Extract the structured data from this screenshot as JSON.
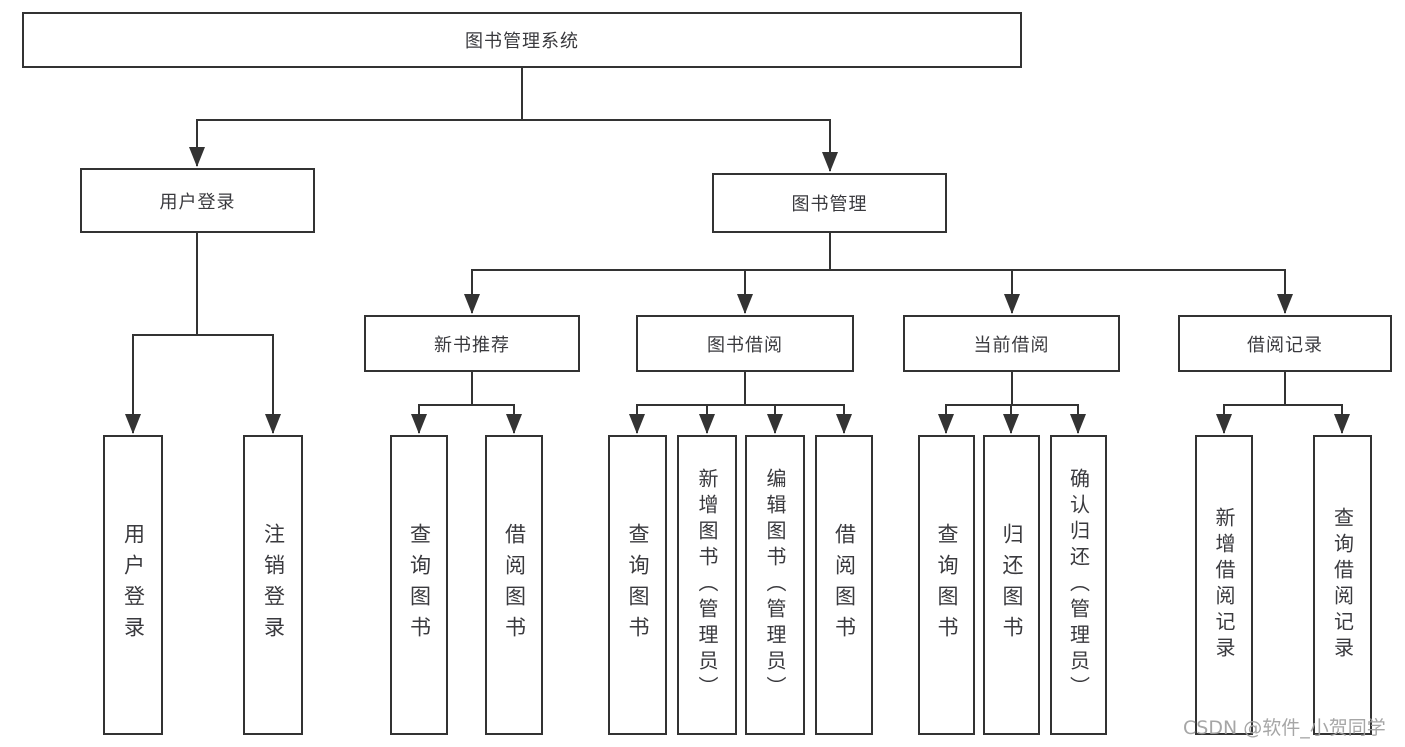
{
  "diagram": {
    "root": "图书管理系统",
    "level2": [
      "用户登录",
      "图书管理"
    ],
    "level3": [
      "新书推荐",
      "图书借阅",
      "当前借阅",
      "借阅记录"
    ],
    "leaves": {
      "login": [
        "用户登录",
        "注销登录"
      ],
      "recommend": [
        "查询图书",
        "借阅图书"
      ],
      "borrow": [
        "查询图书",
        "新增图书（管理员）",
        "编辑图书（管理员）",
        "借阅图书"
      ],
      "current": [
        "查询图书",
        "归还图书",
        "确认归还（管理员）"
      ],
      "records": [
        "新增借阅记录",
        "查询借阅记录"
      ]
    },
    "colors": {
      "line": "#333333",
      "box_border": "#333333",
      "text": "#3a3a3e",
      "background": "#ffffff",
      "watermark": "#9e9e9e"
    }
  },
  "watermark": "CSDN @软件_小贺同学"
}
